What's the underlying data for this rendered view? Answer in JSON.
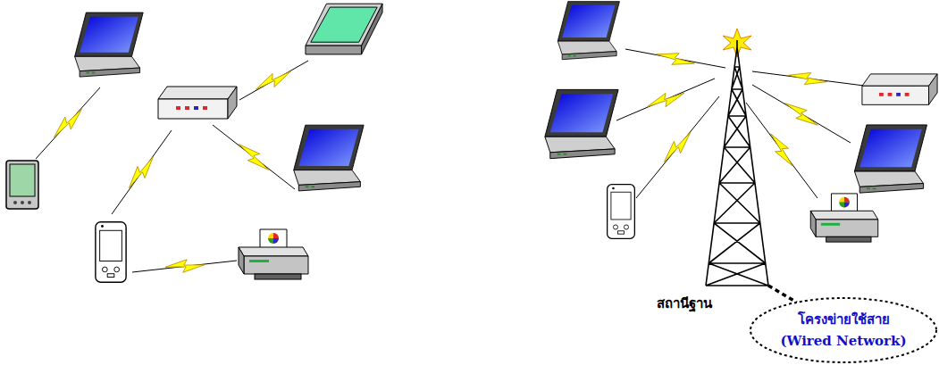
{
  "diagram": {
    "nodes": [
      {
        "text": [
          "สถานีฐาน"
        ]
      },
      {
        "text": [
          "โครงข่ายใช้สาย",
          "(Wired Network)"
        ]
      }
    ],
    "edges": [
      {
        "from": 0,
        "to": 1,
        "arrow": "none"
      }
    ]
  }
}
